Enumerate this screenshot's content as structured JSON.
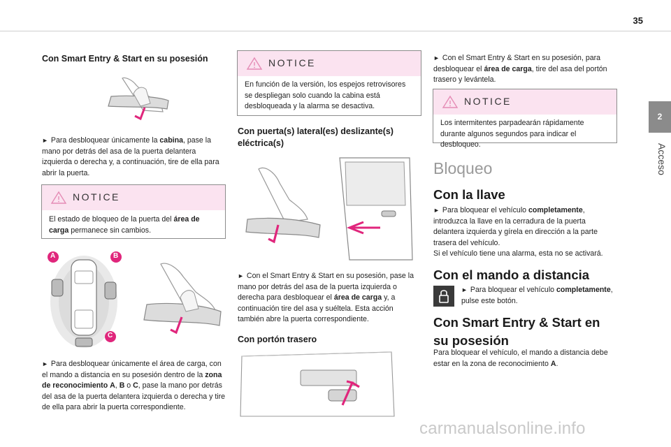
{
  "page": {
    "number": "35",
    "side_tab_number": "2",
    "side_tab_label": "Acceso"
  },
  "col1": {
    "heading": "Con Smart Entry & Start en su posesión",
    "para1_arrow": "►",
    "para1_a": "Para desbloquear únicamente la ",
    "para1_bold": "cabina",
    "para1_b": ", pase la mano por detrás del asa de la puerta delantera izquierda o derecha y, a continuación, tire de ella para abrir la puerta.",
    "notice_label": "NOTICE",
    "notice_a": "El estado de bloqueo de la puerta del ",
    "notice_bold": "área de carga",
    "notice_b": " permanece sin cambios.",
    "zone_labels": [
      "A",
      "B",
      "C"
    ],
    "para2_arrow": "►",
    "para2_a": "Para desbloquear únicamente el área de carga, con el mando a distancia en su posesión dentro de la ",
    "para2_bold1": "zona de reconocimiento",
    "para2_b": " ",
    "para2_A": "A",
    "para2_c": ", ",
    "para2_B": "B",
    "para2_d": " o ",
    "para2_C": "C",
    "para2_e": ", pase la mano por detrás del asa de la puerta delantera izquierda o derecha y tire de ella para abrir la puerta correspondiente."
  },
  "col2": {
    "notice_label": "NOTICE",
    "notice_text": "En función de la versión, los espejos retrovisores se despliegan solo cuando la cabina está desbloqueada y la alarma se desactiva.",
    "heading1": "Con puerta(s) lateral(es) deslizante(s) eléctrica(s)",
    "para_arrow": "►",
    "para_a": "Con el Smart Entry & Start en su posesión, pase la mano por detrás del asa de la puerta izquierda o derecha para desbloquear el ",
    "para_bold": "área de carga",
    "para_b": " y, a continuación tire del asa y suéltela. Esta acción también abre la puerta correspondiente.",
    "heading2": "Con portón trasero"
  },
  "col3": {
    "para_arrow": "►",
    "para_a": "Con el Smart Entry & Start en su posesión, para desbloquear el ",
    "para_bold": "área de carga",
    "para_b": ", tire del asa del portón trasero y levántela.",
    "notice_label": "NOTICE",
    "notice_text": "Los intermitentes parpadearán rápidamente durante algunos segundos para indicar el desbloqueo.",
    "title": "Bloqueo",
    "h_key": "Con la llave",
    "key_arrow": "►",
    "key_a": "Para bloquear el vehículo ",
    "key_bold": "completamente",
    "key_b": ", introduzca la llave en la cerradura de la puerta delantera izquierda y gírela en dirección a la parte trasera del vehículo.",
    "key_c": "Si el vehículo tiene una alarma, esta no se activará.",
    "h_remote": "Con el mando a distancia",
    "remote_arrow": "►",
    "remote_a": "Para bloquear el vehículo ",
    "remote_bold": "completamente",
    "remote_b": ", pulse este botón.",
    "h_smart": "Con Smart Entry & Start en su posesión",
    "smart_a": "Para bloquear el vehículo, el mando a distancia debe estar en la zona de reconocimiento ",
    "smart_bold": "A",
    "smart_b": "."
  },
  "watermark": "carmanualsonline.info",
  "colors": {
    "notice_bg": "#fbe3f0",
    "accent": "#e0267c",
    "tab": "#8b8b8b"
  }
}
